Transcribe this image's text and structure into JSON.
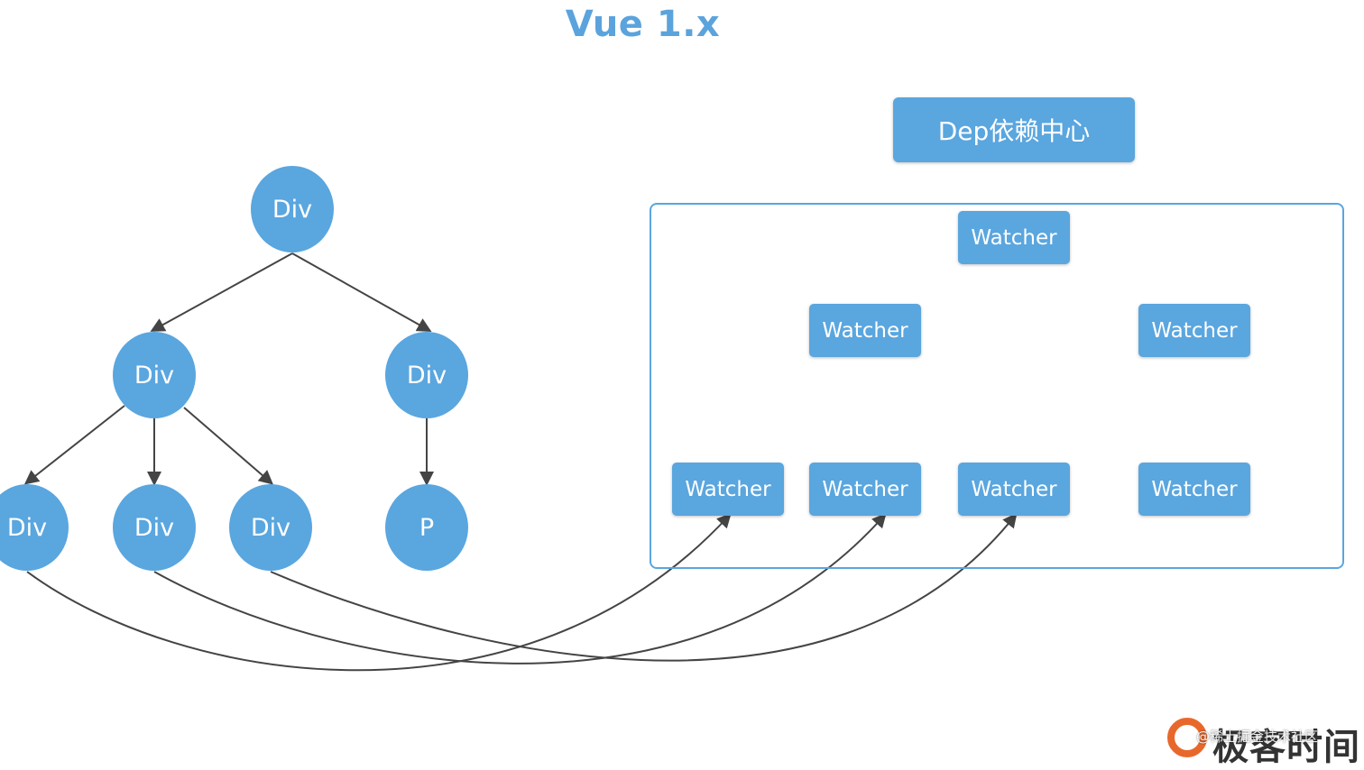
{
  "title": "Vue 1.x",
  "tree": {
    "root": "Div",
    "left": "Div",
    "right": "Div",
    "leaf1": "Div",
    "leaf2": "Div",
    "leaf3": "Div",
    "leaf4": "P"
  },
  "dep": {
    "label": "Dep依赖中心"
  },
  "watchers": {
    "top": "Watcher",
    "mid_left": "Watcher",
    "mid_right": "Watcher",
    "bot_1": "Watcher",
    "bot_2": "Watcher",
    "bot_3": "Watcher",
    "bot_4": "Watcher"
  },
  "brand": {
    "logo_text": "极客时间",
    "watermark": "@稀土掘金技术社区"
  },
  "colors": {
    "node": "#5aa6df",
    "title": "#5ba3dc",
    "edge": "#444444",
    "logo": "#e8682b"
  }
}
